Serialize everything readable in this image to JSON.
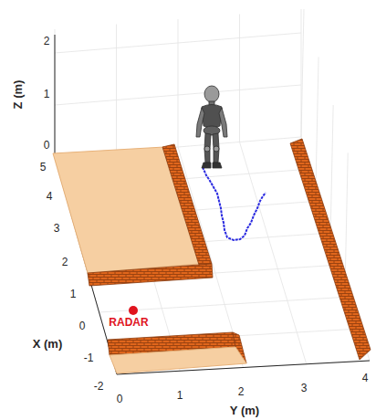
{
  "diagram": {
    "labels": [
      "Z (m)",
      "2",
      "1",
      "0",
      "5",
      "4",
      "3",
      "2",
      "1",
      "0",
      "-1",
      "-2",
      "X (m)",
      "0",
      "1",
      "2",
      "3",
      "4",
      "Y (m)",
      "RADAR"
    ]
  }
}
